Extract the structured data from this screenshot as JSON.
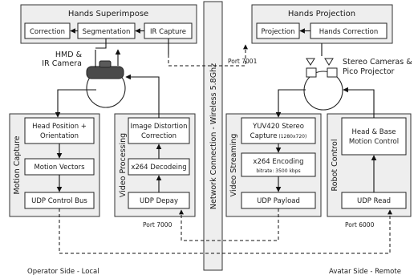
{
  "hands_superimpose": {
    "title": "Hands Superimpose",
    "correction": "Correction",
    "segmentation": "Segmentation",
    "ir_capture": "IR Capture"
  },
  "hands_projection": {
    "title": "Hands Projection",
    "projection": "Projection",
    "hands_correction": "Hands Correction"
  },
  "hmd_label": [
    "HMD &",
    "IR Camera"
  ],
  "stereo_label": [
    "Stereo Cameras &",
    "Pico Projector"
  ],
  "network": "Network Connection - Wireless 5.8Ghz",
  "ports": {
    "p7001": "Port 7001",
    "p7000": "Port 7000",
    "p6000": "Port 6000"
  },
  "motion_capture": {
    "title": "Motion Capture",
    "head": [
      "Head Position +",
      "Orientation"
    ],
    "vectors": "Motion Vectors",
    "udp": "UDP Control Bus"
  },
  "video_processing": {
    "title": "Video Processing",
    "distortion": [
      "Image Distortion",
      "Correction"
    ],
    "decode": "x264 Decodeing",
    "depay": "UDP Depay"
  },
  "video_streaming": {
    "title": "Video Streaming",
    "capture": [
      "YUV420 Stereo",
      "Capture"
    ],
    "capture_res": "(1280x720)",
    "encoding": "x264 Encoding",
    "bitrate": "bitrate: 3500 kbps",
    "payload": "UDP Payload"
  },
  "robot_control": {
    "title": "Robot Control",
    "motion": [
      "Head & Base",
      "Motion Control"
    ],
    "read": "UDP Read"
  },
  "footer": {
    "left": "Operator Side - Local",
    "right": "Avatar Side - Remote"
  }
}
